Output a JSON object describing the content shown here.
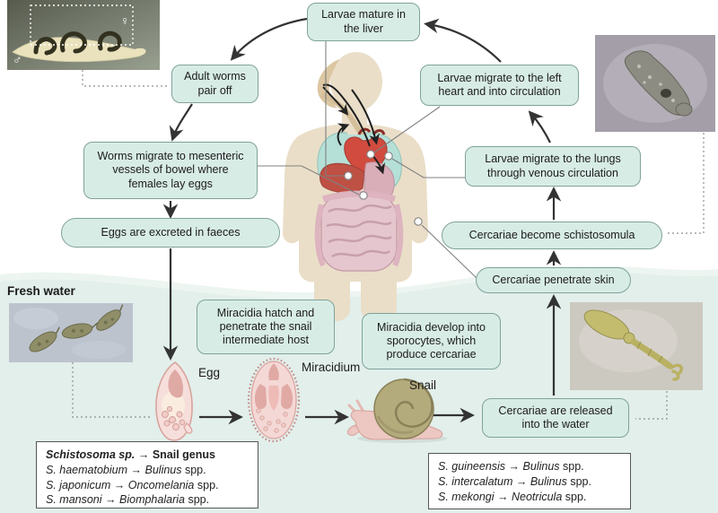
{
  "boxes": {
    "larvae_liver": "Larvae mature in the liver",
    "adult_worms": "Adult worms pair off",
    "larvae_heart": "Larvae migrate to the left heart and into circulation",
    "worms_migrate": "Worms migrate to mesenteric vessels of bowel where females lay eggs",
    "eggs_excreted": "Eggs are excreted in faeces",
    "larvae_lungs": "Larvae migrate to the lungs through venous circulation",
    "cercariae_schistosomula": "Cercariae become schistosomula",
    "cercariae_skin": "Cercariae penetrate skin",
    "miracidia_hatch": "Miracidia hatch and penetrate the snail intermediate host",
    "miracidia_develop": "Miracidia develop into sporocytes, which produce cercariae",
    "cercariae_released": "Cercariae are released into the water"
  },
  "labels": {
    "fresh_water": "Fresh water",
    "egg": "Egg",
    "miracidium": "Miracidium",
    "snail": "Snail"
  },
  "photos": {
    "adult_worms": {
      "female_symbol": "♀",
      "male_symbol": "♂"
    }
  },
  "species_left": {
    "title_species": "Schistosoma sp.",
    "title_arrow": "→",
    "title_target": "Snail genus",
    "rows": [
      {
        "species": "S. haematobium",
        "arrow": "→",
        "genus": "Bulinus",
        "suffix": "spp."
      },
      {
        "species": "S. japonicum",
        "arrow": "→",
        "genus": "Oncomelania",
        "suffix": "spp."
      },
      {
        "species": "S. mansoni",
        "arrow": "→",
        "genus": "Biomphalaria",
        "suffix": "spp."
      }
    ]
  },
  "species_right": {
    "rows": [
      {
        "species": "S. guineensis",
        "arrow": "→",
        "genus": "Bulinus",
        "suffix": "spp."
      },
      {
        "species": "S. intercalatum",
        "arrow": "→",
        "genus": "Bulinus",
        "suffix": "spp."
      },
      {
        "species": "S. mekongi",
        "arrow": "→",
        "genus": "Neotricula",
        "suffix": "spp."
      }
    ]
  },
  "colors": {
    "box_fill": "#d8ece6",
    "box_border": "#7fa29b",
    "water": "#e2efeb",
    "body_skin": "#eadec8",
    "lungs": "#b5e0d7",
    "heart": "#d14b3f",
    "liver": "#bf5044",
    "intestine": "#e6c6ce",
    "arrow": "#333333"
  }
}
